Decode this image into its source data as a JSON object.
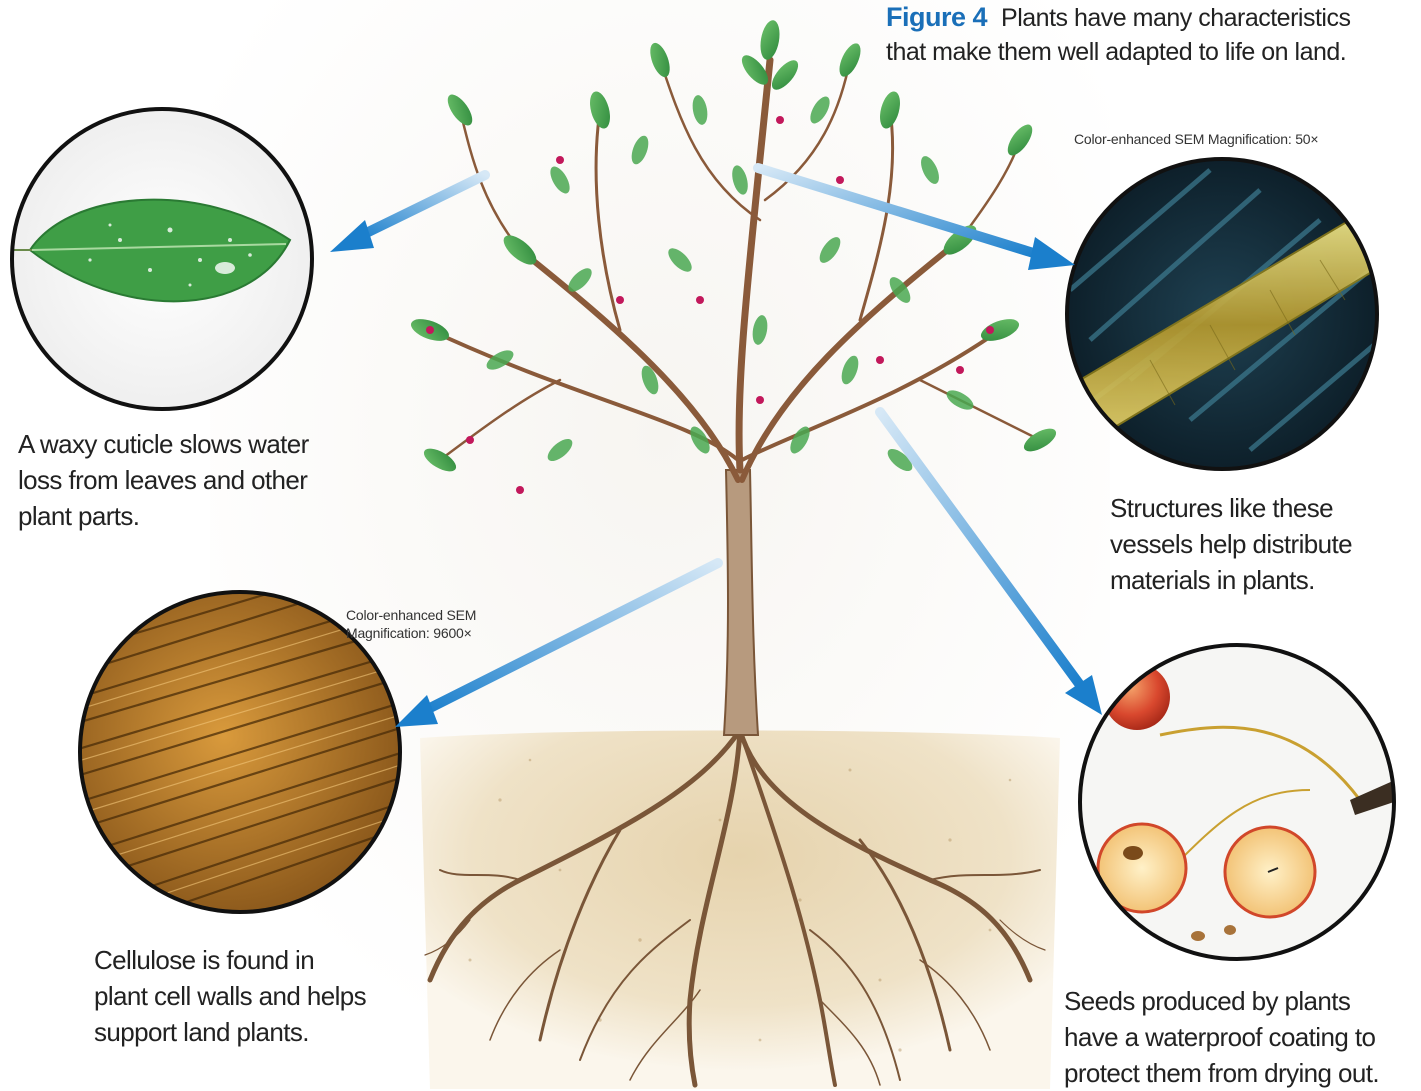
{
  "figure": {
    "number": "Figure 4",
    "caption_line1": "Plants have many characteristics",
    "caption_line2": "that make them well adapted to life on land."
  },
  "insets": {
    "cuticle": {
      "caption_lines": [
        "A waxy cuticle slows water",
        "loss from leaves and other",
        "plant parts."
      ]
    },
    "vessels": {
      "sem_label": "Color-enhanced  SEM  Magnification: 50×",
      "caption_lines": [
        "Structures like these",
        "vessels help distribute",
        "materials in plants."
      ]
    },
    "cellulose": {
      "sem_label_line1": "Color-enhanced  SEM",
      "sem_label_line2": "Magnification: 9600×",
      "caption_lines": [
        "Cellulose is found in",
        "plant cell walls and helps",
        "support land plants."
      ]
    },
    "seeds": {
      "caption_lines": [
        "Seeds produced by plants",
        "have a waterproof coating to",
        "protect them from drying out."
      ]
    }
  },
  "colors": {
    "arrow": "#1b7fcc",
    "figure_number": "#1a6fb8",
    "leaf": "#3f9e46",
    "soil": "#e9d9b9",
    "root": "#7a5638"
  }
}
